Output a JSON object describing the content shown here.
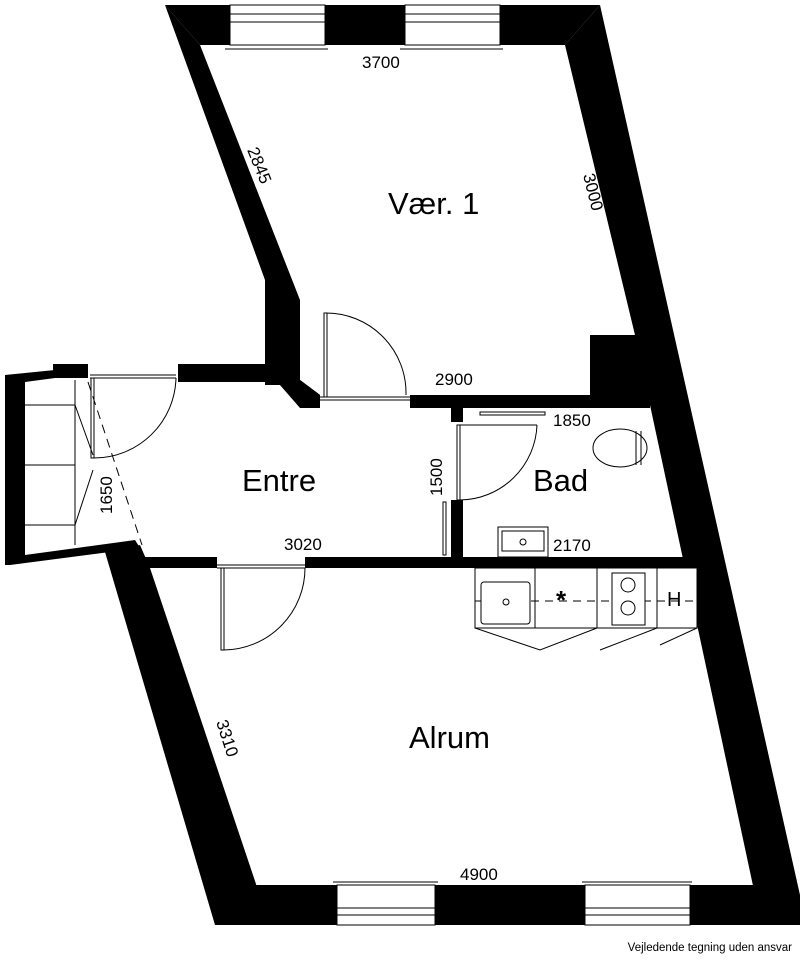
{
  "rooms": {
    "vaer1": "Vær. 1",
    "entre": "Entre",
    "bad": "Bad",
    "alrum": "Alrum"
  },
  "dimensions": {
    "vaer_top": "3700",
    "vaer_left": "2845",
    "vaer_right": "3000",
    "vaer_bottom": "2900",
    "bad_top": "1850",
    "bad_side": "1500",
    "bad_bottom": "2170",
    "entre_bottom": "3020",
    "porch": "1650",
    "alrum_left": "3310",
    "alrum_bottom": "4900"
  },
  "kitchen": {
    "hood_label": "H"
  },
  "footer": "Vejledende tegning uden ansvar",
  "colors": {
    "wall": "#000000",
    "background": "#ffffff"
  }
}
